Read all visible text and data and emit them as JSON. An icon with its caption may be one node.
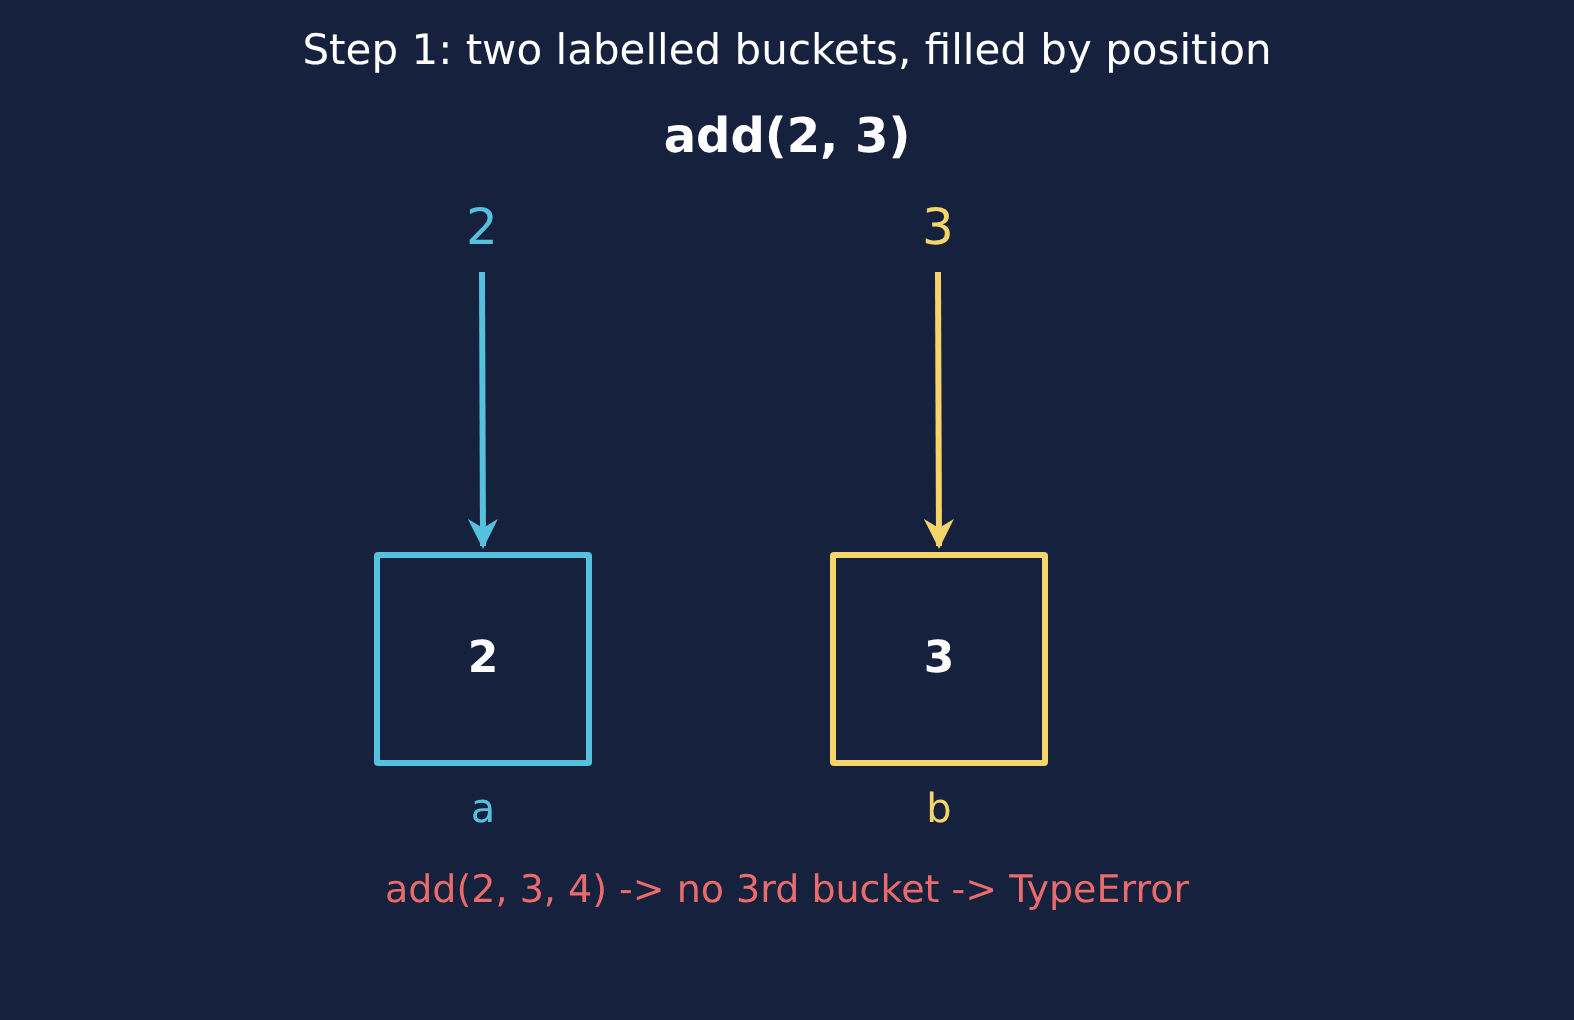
{
  "diagram": {
    "title": "Step 1: two labelled buckets, filled by position",
    "nodes": [
      {
        "text": [
          "2"
        ]
      },
      {
        "text": [
          "2"
        ],
        "beside": [
          "a"
        ]
      },
      {
        "text": [
          "3"
        ]
      },
      {
        "text": [
          "3"
        ],
        "beside": [
          "b"
        ]
      }
    ],
    "edges": [
      {
        "from": 0,
        "to": 1,
        "arrow": "to",
        "color": "#56c1dc"
      },
      {
        "from": 2,
        "to": 3,
        "arrow": "to",
        "color": "#f5d56a"
      }
    ],
    "labels": [
      "add(2, 3)",
      "add(2, 3, 4) -> no 3rd bucket -> TypeError"
    ]
  }
}
